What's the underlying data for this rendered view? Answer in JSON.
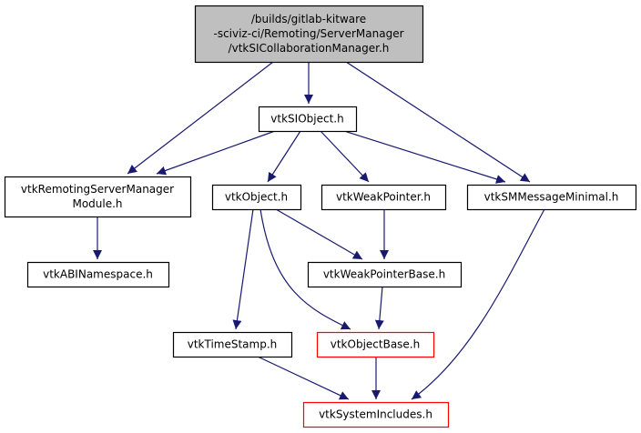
{
  "diagram": {
    "type": "include-dependency-graph",
    "colors": {
      "edge": "#191970",
      "root_fill": "#bfbfbf",
      "node_fill": "#ffffff",
      "node_border": "#000000",
      "missing_border": "#ff0000"
    },
    "nodes": [
      {
        "id": "root",
        "lines": [
          "/builds/gitlab-kitware",
          "-sciviz-ci/Remoting/ServerManager",
          "/vtkSICollaborationManager.h"
        ],
        "style": "root"
      },
      {
        "id": "vtkSIObject",
        "lines": [
          "vtkSIObject.h"
        ],
        "style": "normal"
      },
      {
        "id": "vtkRemotingServerManagerModule",
        "lines": [
          "vtkRemotingServerManager",
          "Module.h"
        ],
        "style": "normal"
      },
      {
        "id": "vtkObject",
        "lines": [
          "vtkObject.h"
        ],
        "style": "normal"
      },
      {
        "id": "vtkWeakPointer",
        "lines": [
          "vtkWeakPointer.h"
        ],
        "style": "normal"
      },
      {
        "id": "vtkSMMessageMinimal",
        "lines": [
          "vtkSMMessageMinimal.h"
        ],
        "style": "normal"
      },
      {
        "id": "vtkABINamespace",
        "lines": [
          "vtkABINamespace.h"
        ],
        "style": "normal"
      },
      {
        "id": "vtkWeakPointerBase",
        "lines": [
          "vtkWeakPointerBase.h"
        ],
        "style": "normal"
      },
      {
        "id": "vtkTimeStamp",
        "lines": [
          "vtkTimeStamp.h"
        ],
        "style": "normal"
      },
      {
        "id": "vtkObjectBase",
        "lines": [
          "vtkObjectBase.h"
        ],
        "style": "missing"
      },
      {
        "id": "vtkSystemIncludes",
        "lines": [
          "vtkSystemIncludes.h"
        ],
        "style": "missing"
      }
    ],
    "edges": [
      {
        "from": "root",
        "to": "vtkRemotingServerManagerModule"
      },
      {
        "from": "root",
        "to": "vtkSIObject"
      },
      {
        "from": "root",
        "to": "vtkSMMessageMinimal"
      },
      {
        "from": "vtkSIObject",
        "to": "vtkRemotingServerManagerModule"
      },
      {
        "from": "vtkSIObject",
        "to": "vtkObject"
      },
      {
        "from": "vtkSIObject",
        "to": "vtkWeakPointer"
      },
      {
        "from": "vtkSIObject",
        "to": "vtkSMMessageMinimal"
      },
      {
        "from": "vtkRemotingServerManagerModule",
        "to": "vtkABINamespace"
      },
      {
        "from": "vtkObject",
        "to": "vtkWeakPointerBase"
      },
      {
        "from": "vtkObject",
        "to": "vtkTimeStamp"
      },
      {
        "from": "vtkObject",
        "to": "vtkObjectBase"
      },
      {
        "from": "vtkWeakPointer",
        "to": "vtkWeakPointerBase"
      },
      {
        "from": "vtkSMMessageMinimal",
        "to": "vtkSystemIncludes"
      },
      {
        "from": "vtkWeakPointerBase",
        "to": "vtkObjectBase"
      },
      {
        "from": "vtkTimeStamp",
        "to": "vtkSystemIncludes"
      },
      {
        "from": "vtkObjectBase",
        "to": "vtkSystemIncludes"
      }
    ]
  }
}
